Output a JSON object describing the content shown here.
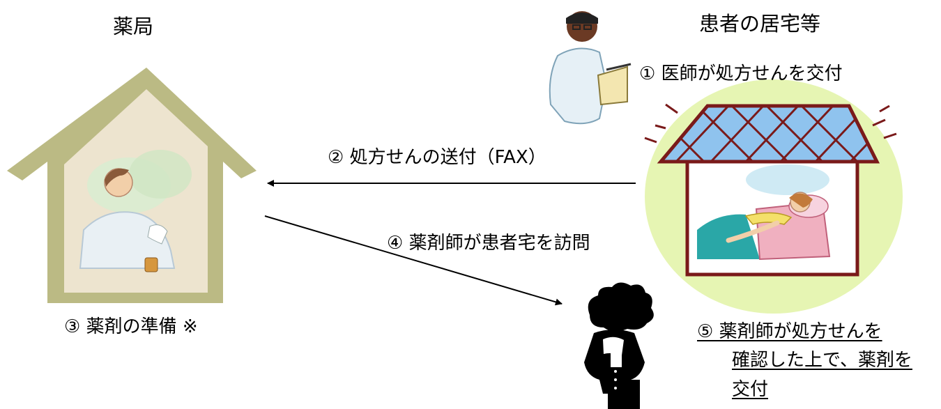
{
  "pharmacy": {
    "title": "薬局",
    "step3": "③ 薬剤の準備 ※"
  },
  "home": {
    "title": "患者の居宅等",
    "step1": "① 医師が処方せんを交付"
  },
  "step2": "② 処方せんの送付（FAX）",
  "step4": "④ 薬剤師が患者宅を訪問",
  "step5": {
    "line1": "⑤ 薬剤師が処方せんを",
    "line2": "確認した上で、薬剤を",
    "line3": "交付"
  },
  "colors": {
    "pharmacy_wall": "#bbba84",
    "pharmacy_inner": "#ede4cf",
    "halo": "#e6f5b3",
    "house_frame": "#7a1a1a",
    "roof_fill": "#8fc3ee",
    "bed": "#2aa7a7"
  }
}
